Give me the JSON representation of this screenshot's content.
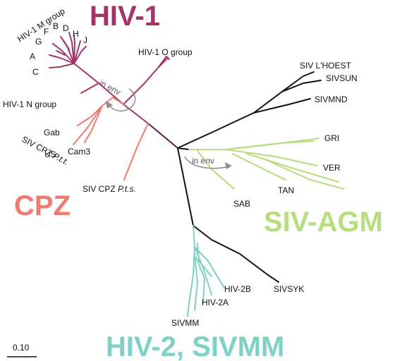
{
  "groups": {
    "hiv1": {
      "label": "HIV-1",
      "color": "#a3336b"
    },
    "cpz": {
      "label": "CPZ",
      "color": "#ef7a6e"
    },
    "agm": {
      "label": "SIV-AGM",
      "color": "#b6dd7e"
    },
    "hiv2": {
      "label": "HIV-2, SIVMM",
      "color": "#7fd1c5"
    },
    "other": {
      "color": "#111111"
    }
  },
  "leaves": {
    "hiv1_m_group": "HIV-1 M group",
    "m_a": "A",
    "m_c": "C",
    "m_g": "G",
    "m_f": "F",
    "m_b": "B",
    "m_d": "D",
    "m_h": "H",
    "m_j": "J",
    "hiv1_o_group": "HIV-1 O group",
    "hiv1_n_group": "HIV-1 N group",
    "gab": "Gab",
    "us": "US",
    "cam3": "Cam3",
    "siv_cpz_ptt_prefix": "SIV CPZ",
    "siv_cpz_ptt_italic": "P.t.t.",
    "siv_cpz_pts_prefix": "SIV CPZ",
    "siv_cpz_pts_italic": "P.t.s.",
    "siv_lhoest": "SIV L'HOEST",
    "sivsun": "SIVSUN",
    "sivmnd": "SIVMND",
    "gri": "GRI",
    "ver": "VER",
    "tan": "TAN",
    "sab": "SAB",
    "sivsyk": "SIVSYK",
    "hiv_2b": "HIV-2B",
    "hiv_2a": "HIV-2A",
    "sivmm": "SIVMM"
  },
  "annotations": {
    "in_env_hiv": "in env",
    "in_env_agm": "in env"
  },
  "scale_bar": {
    "label": "0.10"
  }
}
